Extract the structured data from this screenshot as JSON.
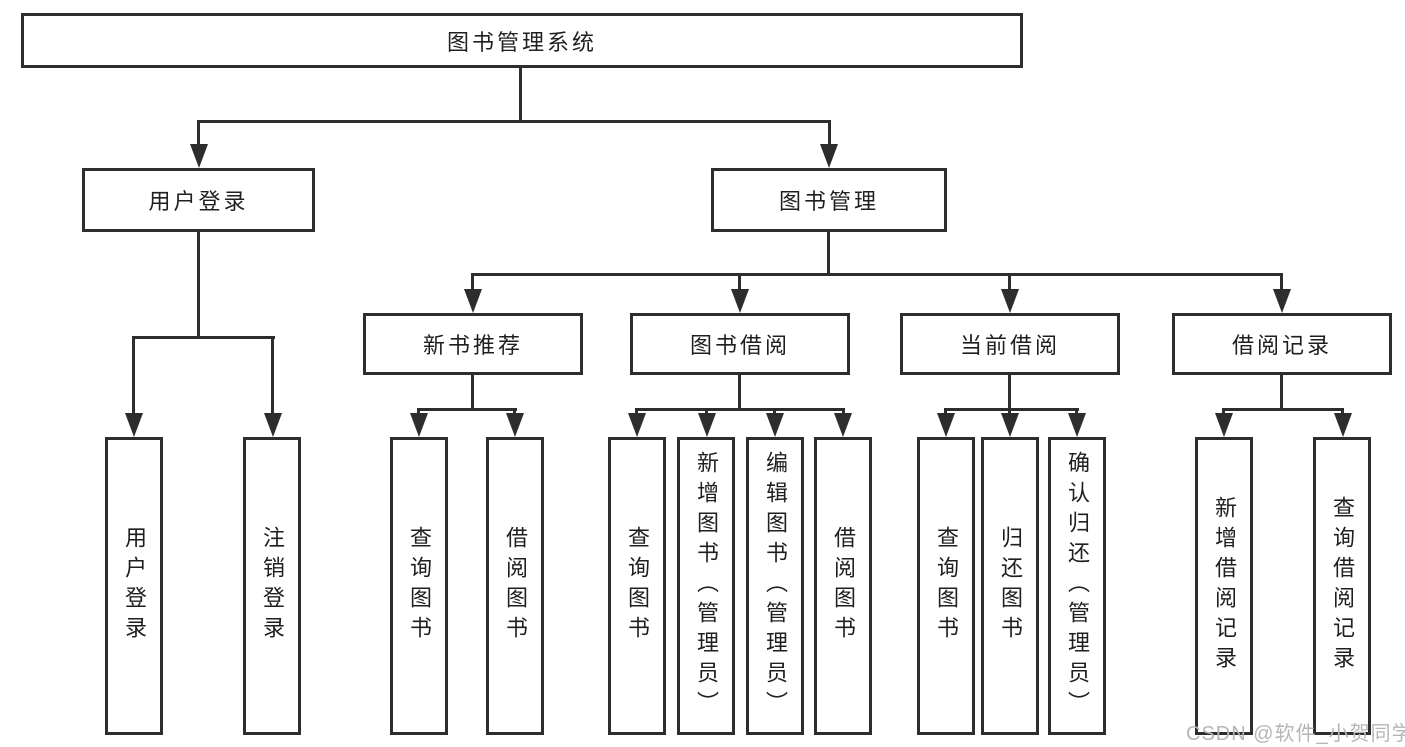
{
  "colors": {
    "line": "#2d2d2d",
    "text": "#1f1f1f",
    "background": "#ffffff",
    "watermark": "#b6b6b6"
  },
  "watermark": {
    "text": "CSDN @软件_小贺同学"
  },
  "tree": {
    "root": "图书管理系统",
    "level2": {
      "user_login": "用户登录",
      "book_management": "图书管理"
    },
    "level3": {
      "new_book_recommend": "新书推荐",
      "book_borrow": "图书借阅",
      "current_borrow": "当前借阅",
      "borrow_record": "借阅记录"
    },
    "leaves": {
      "user_login_group": [
        "用户登录",
        "注销登录"
      ],
      "new_book_group": [
        "查询图书",
        "借阅图书"
      ],
      "book_borrow_group": [
        "查询图书",
        "新增图书（管理员）",
        "编辑图书（管理员）",
        "借阅图书"
      ],
      "current_borrow_group": [
        "查询图书",
        "归还图书",
        "确认归还（管理员）"
      ],
      "borrow_record_group": [
        "新增借阅记录",
        "查询借阅记录"
      ]
    }
  }
}
